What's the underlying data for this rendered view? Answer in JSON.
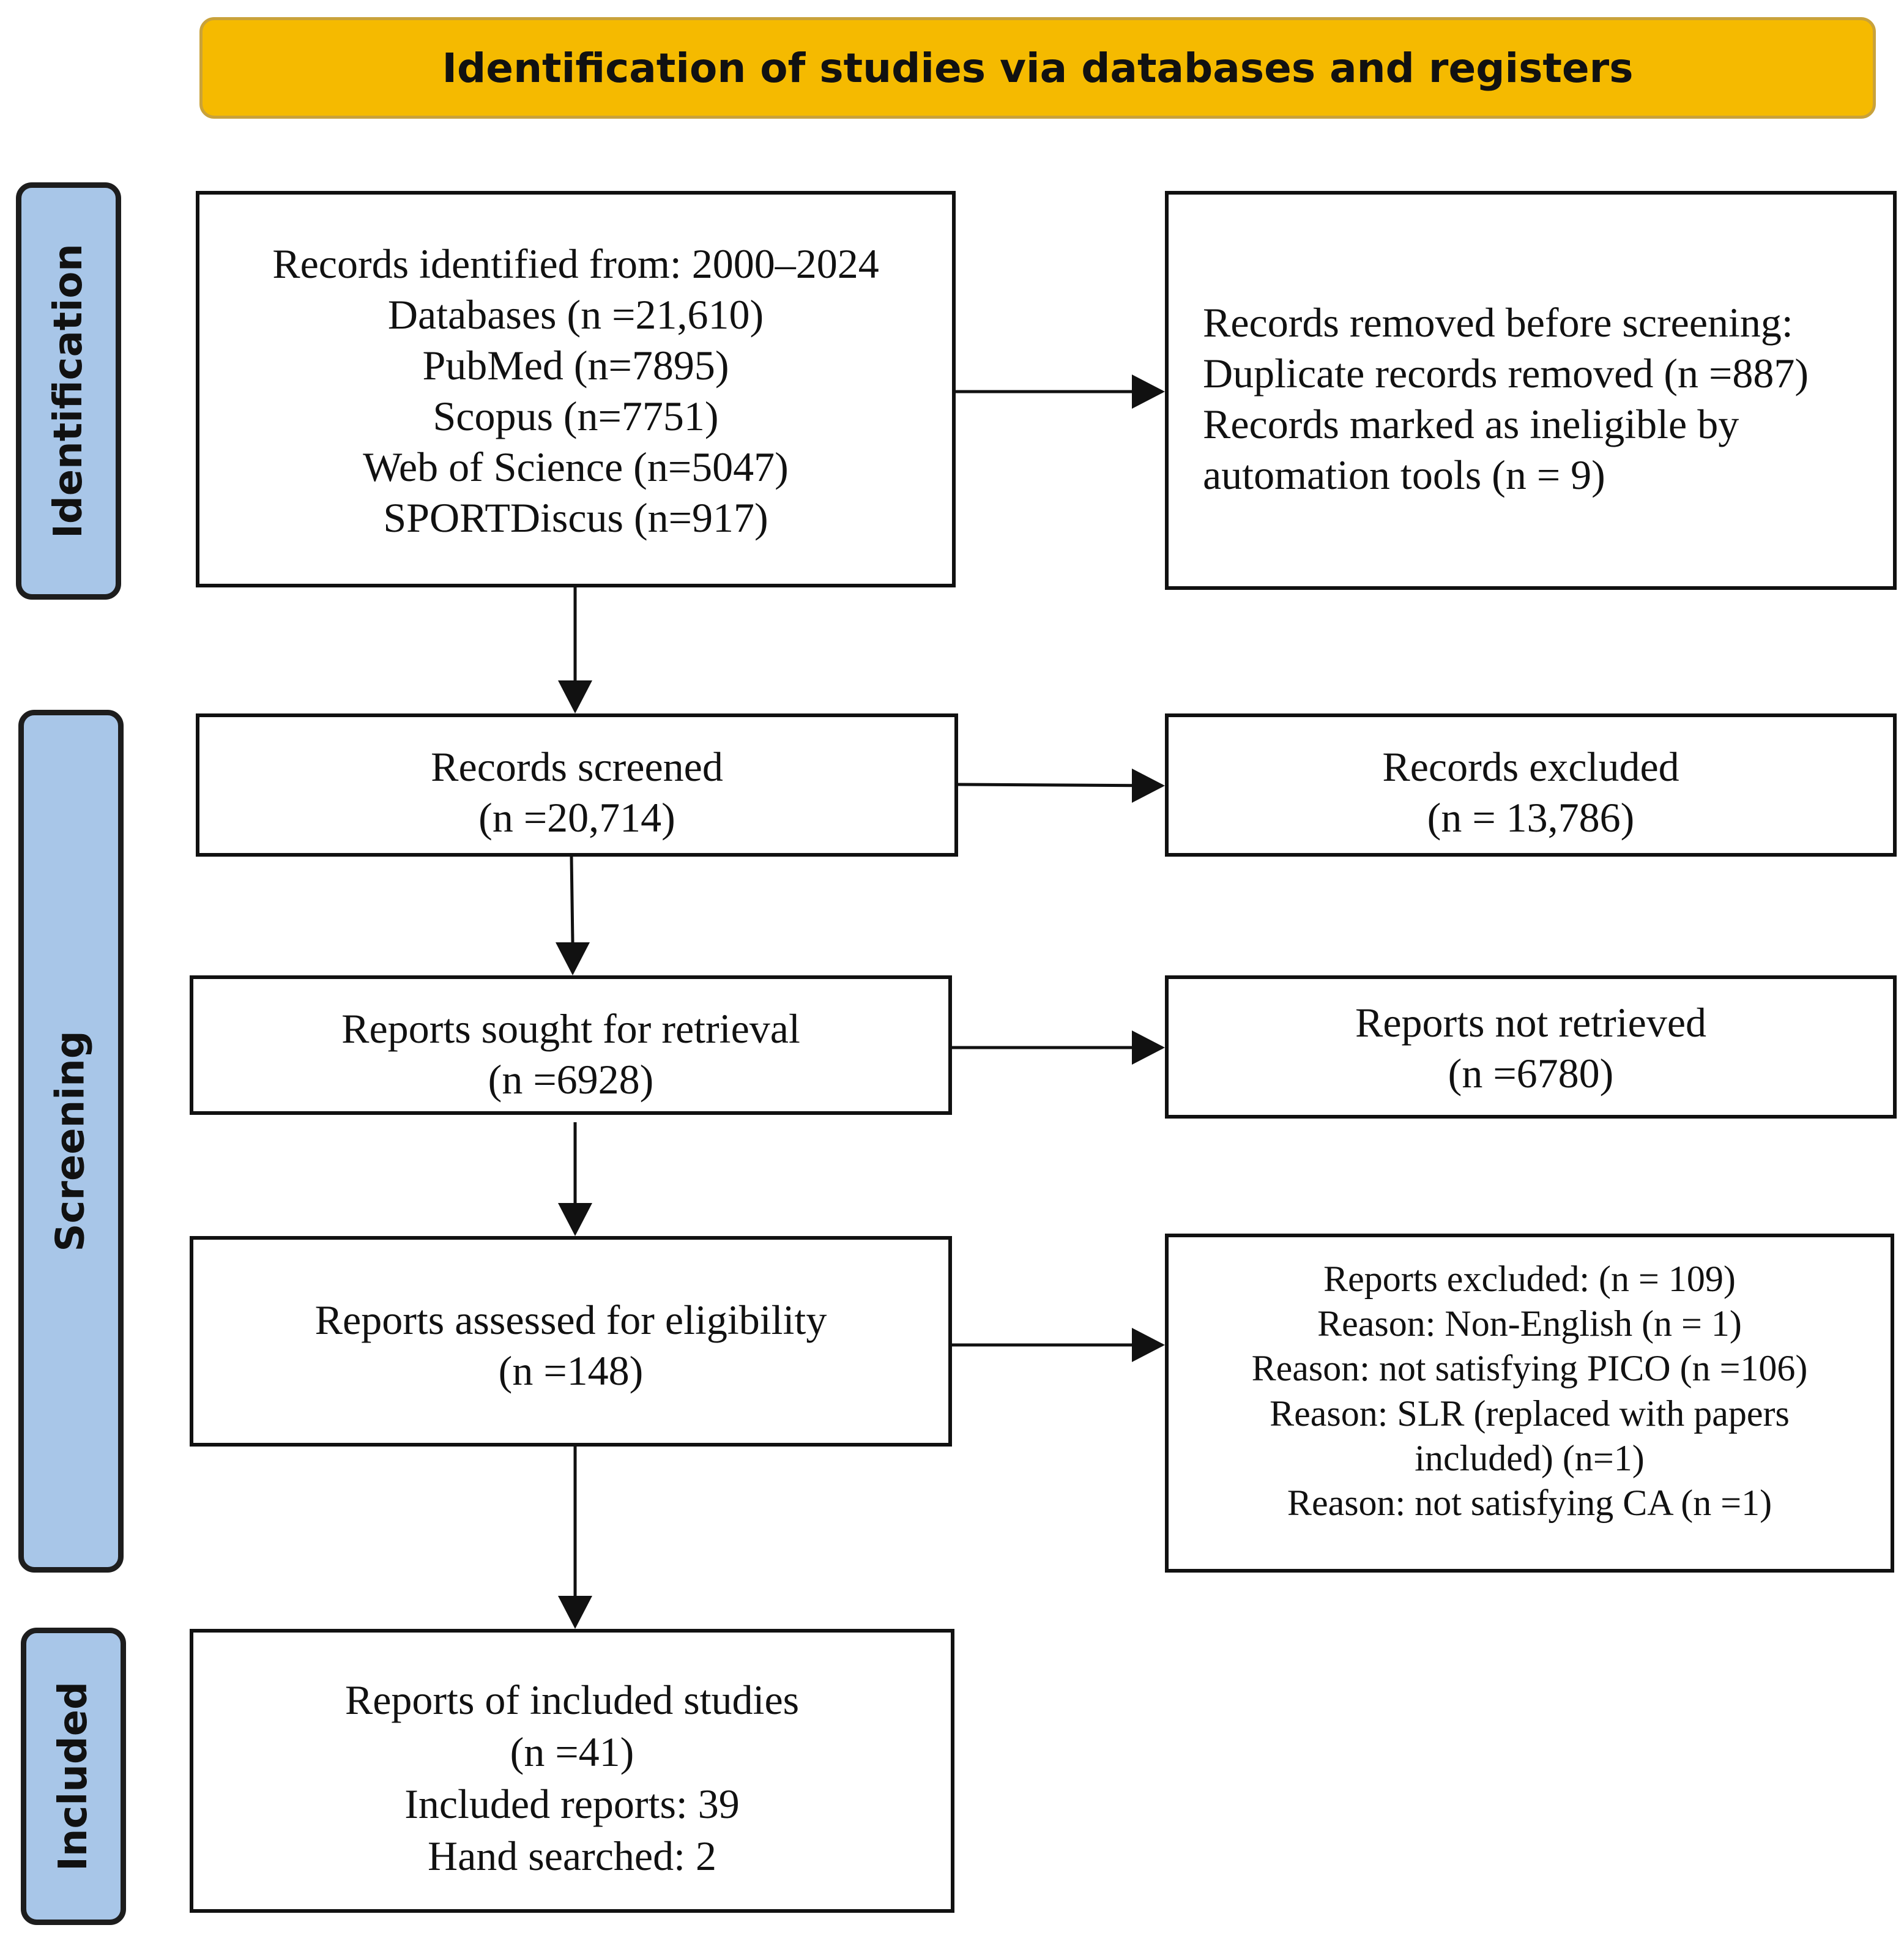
{
  "header": {
    "title": "Identification of studies via databases and registers"
  },
  "phases": {
    "identification": "Identification",
    "screening": "Screening",
    "included": "Included"
  },
  "boxes": {
    "records_identified": [
      "Records identified from: 2000–2024",
      "Databases (n =21,610)",
      "PubMed (n=7895)",
      "Scopus (n=7751)",
      "Web of Science (n=5047)",
      "SPORTDiscus (n=917)"
    ],
    "records_removed": [
      "Records removed before screening:",
      "Duplicate records removed (n =887)",
      "Records marked as ineligible by",
      "automation tools (n = 9)"
    ],
    "records_screened": [
      "Records screened",
      "(n =20,714)"
    ],
    "records_excluded": [
      "Records excluded",
      "(n = 13,786)"
    ],
    "reports_sought": [
      "Reports sought for retrieval",
      "(n =6928)"
    ],
    "reports_not_retrieved": [
      "Reports not retrieved",
      "(n =6780)"
    ],
    "reports_assessed": [
      "Reports assessed for eligibility",
      "(n =148)"
    ],
    "reports_excluded": [
      "Reports excluded: (n = 109)",
      "Reason: Non-English (n = 1)",
      "Reason: not satisfying PICO (n =106)",
      "Reason: SLR (replaced with papers",
      "included) (n=1)",
      "Reason: not satisfying CA (n =1)"
    ],
    "included_studies": [
      "Reports of included studies",
      "(n =41)",
      "Included reports: 39",
      "Hand searched: 2"
    ]
  }
}
